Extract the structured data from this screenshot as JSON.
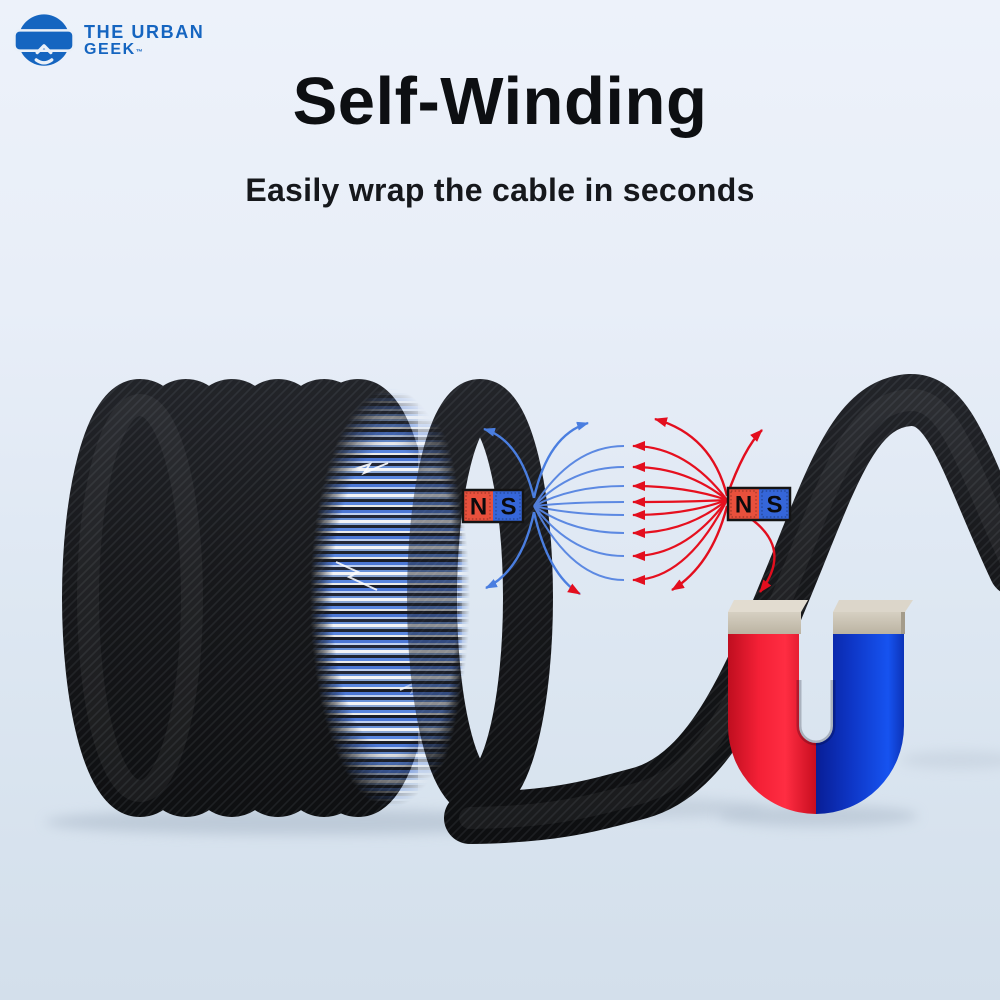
{
  "brand": {
    "name_line1": "THE URBAN",
    "name_line2": "GEEK",
    "trademark": "™",
    "color": "#1565C0"
  },
  "heading": {
    "title": "Self-Winding",
    "subtitle": "Easily wrap the cable in seconds"
  },
  "field_diagram": {
    "left_pole_label": {
      "north": "N",
      "south": "S"
    },
    "right_pole_label": {
      "north": "N",
      "south": "S"
    },
    "colors": {
      "north_red": "#E8503C",
      "south_blue": "#3566D9",
      "field_line_blue": "#4A7EE0",
      "field_line_red": "#E30E1E"
    }
  },
  "horseshoe_magnet": {
    "red_side": "#EE1B2F",
    "blue_side": "#1243E8",
    "tip_silver": "#CEC7B9"
  },
  "cable": {
    "sheath_black": "#17181B",
    "energy_glow_blue": "#5C8BE8"
  }
}
